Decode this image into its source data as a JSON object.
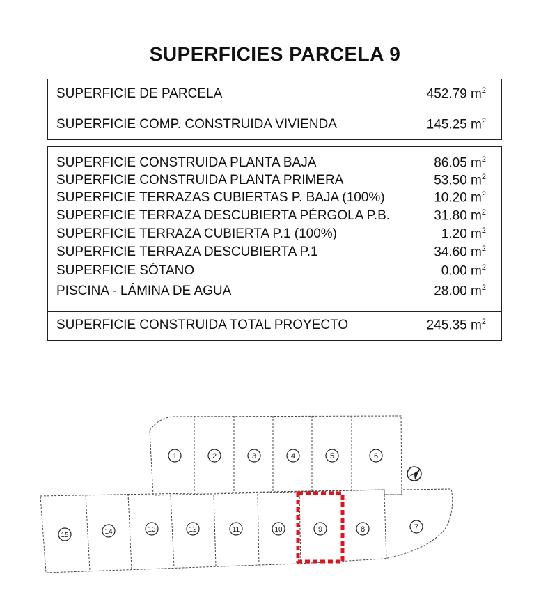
{
  "title": "SUPERFICIES PARCELA 9",
  "summary_rows": [
    {
      "label": "SUPERFICIE DE PARCELA",
      "value": "452.79",
      "unit": "m",
      "exp": "2"
    },
    {
      "label": "SUPERFICIE COMP. CONSTRUIDA VIVIENDA",
      "value": "145.25",
      "unit": "m",
      "exp": "2"
    }
  ],
  "detail_rows": [
    {
      "label": "SUPERFICIE CONSTRUIDA PLANTA BAJA",
      "value": "86.05",
      "unit": "m",
      "exp": "2"
    },
    {
      "label": "SUPERFICIE CONSTRUIDA PLANTA PRIMERA",
      "value": "53.50",
      "unit": "m",
      "exp": "2"
    },
    {
      "label": "SUPERFICIE TERRAZAS CUBIERTAS P. BAJA (100%)",
      "value": "10.20",
      "unit": "m",
      "exp": "2"
    },
    {
      "label": "SUPERFICIE TERRAZA DESCUBIERTA PÉRGOLA P.B.",
      "value": "31.80",
      "unit": "m",
      "exp": "2"
    },
    {
      "label": "SUPERFICIE TERRAZA CUBIERTA P.1 (100%)",
      "value": "1.20",
      "unit": "m",
      "exp": "2"
    },
    {
      "label": "SUPERFICIE TERRAZA DESCUBIERTA P.1",
      "value": "34.60",
      "unit": "m",
      "exp": "2"
    },
    {
      "label": "SUPERFICIE SÓTANO",
      "value": "0.00",
      "unit": "m",
      "exp": "2"
    },
    {
      "label": "PISCINA - LÁMINA DE AGUA",
      "value": "28.00",
      "unit": "m",
      "exp": "2"
    }
  ],
  "total_row": {
    "label": "SUPERFICIE CONSTRUIDA TOTAL PROYECTO",
    "value": "245.35",
    "unit": "m",
    "exp": "2"
  },
  "site_plan": {
    "plots_upper": [
      "1",
      "2",
      "3",
      "4",
      "5",
      "6"
    ],
    "plots_lower": [
      "15",
      "14",
      "13",
      "12",
      "11",
      "10",
      "9",
      "8",
      "7"
    ],
    "highlighted_plot": "9",
    "highlight_color": "#e0141e",
    "north_icon": "north-arrow-icon"
  }
}
